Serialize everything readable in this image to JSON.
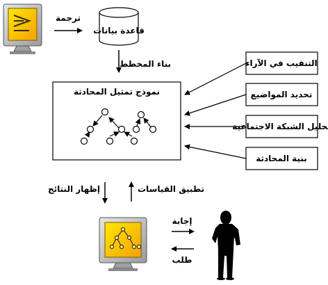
{
  "labels": {
    "translate": "ترجمة",
    "database": "قاعدة بيانات",
    "build_schema": "بناء المخطط",
    "model_title": "نموذج تمثيل المحادثة",
    "show_results": "إظهار النتائج",
    "apply_measures": "تطبيق القياسات",
    "answer": "إجابة",
    "request": "طلب"
  },
  "modules": [
    "التنقيب في الآراء",
    "تحديد المواضيع",
    "تحليل الشبكة الاجتماعية",
    "بنية المحادثة"
  ],
  "colors": {
    "screen_orange": "#f2a20c",
    "screen_yellow": "#ffe600",
    "monitor_gray": "#bfbfbf",
    "person": "#000000",
    "stroke": "#000000"
  },
  "icons": {
    "monitor_top": "document-monitor-icon",
    "monitor_bottom": "tree-monitor-icon",
    "database": "database-cylinder-icon",
    "user": "person-silhouette-icon"
  }
}
